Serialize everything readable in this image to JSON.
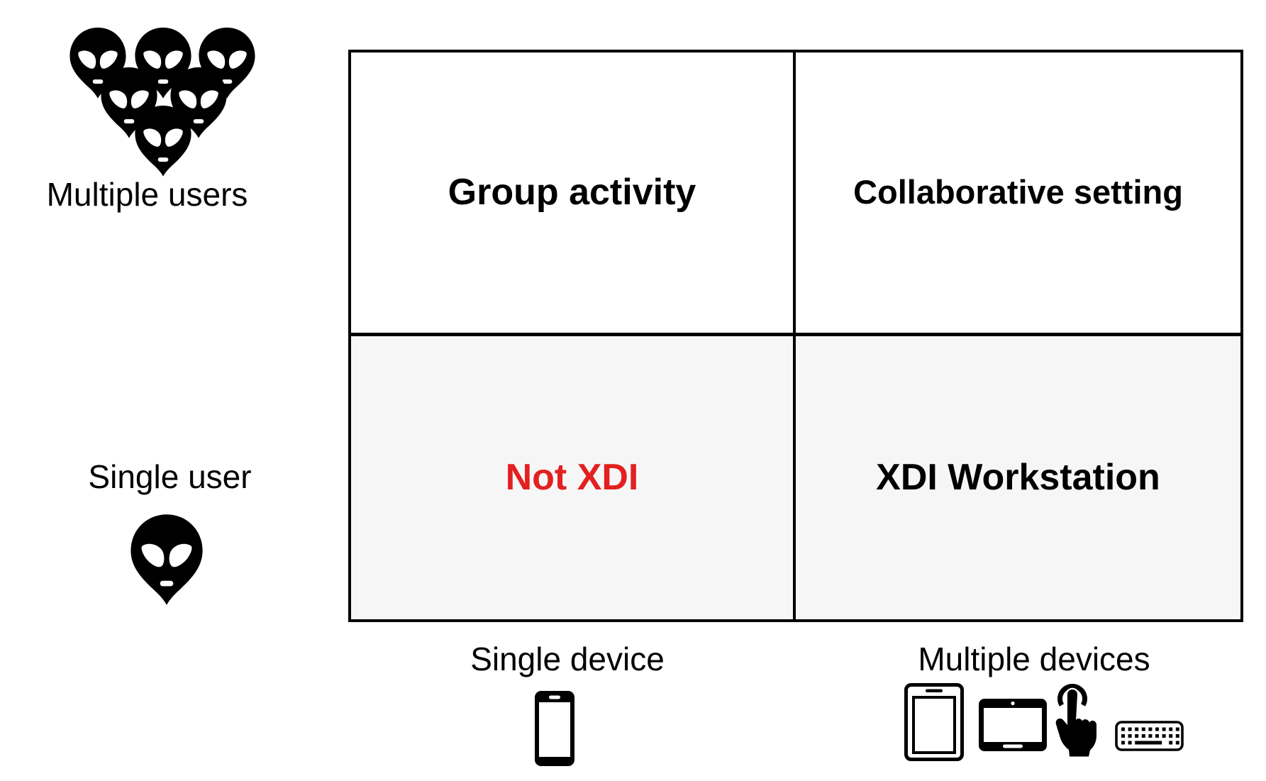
{
  "figure": {
    "type": "2x2-matrix-diagram",
    "topic": "XDI (cross-device interaction) classification by users and devices"
  },
  "quadrants": {
    "top_left": "Group activity",
    "top_right": "Collaborative setting",
    "bottom_left": "Not XDI",
    "bottom_right": "XDI Workstation"
  },
  "y_axis": {
    "top_label": "Multiple users",
    "top_icon": "multiple-users-alien-cluster-icon",
    "bottom_label": "Single user",
    "bottom_icon": "single-user-alien-icon"
  },
  "x_axis": {
    "left_label": "Single device",
    "left_icons": [
      "smartphone-icon"
    ],
    "right_label": "Multiple devices",
    "right_icons": [
      "tablet-portrait-icon",
      "tablet-landscape-icon",
      "tap-gesture-icon",
      "keyboard-icon"
    ]
  },
  "colors": {
    "border": "#000000",
    "text": "#000000",
    "top_row_background": "#ffffff",
    "bottom_row_background": "#f6f6f6",
    "not_xdi_red": "#e32020"
  }
}
